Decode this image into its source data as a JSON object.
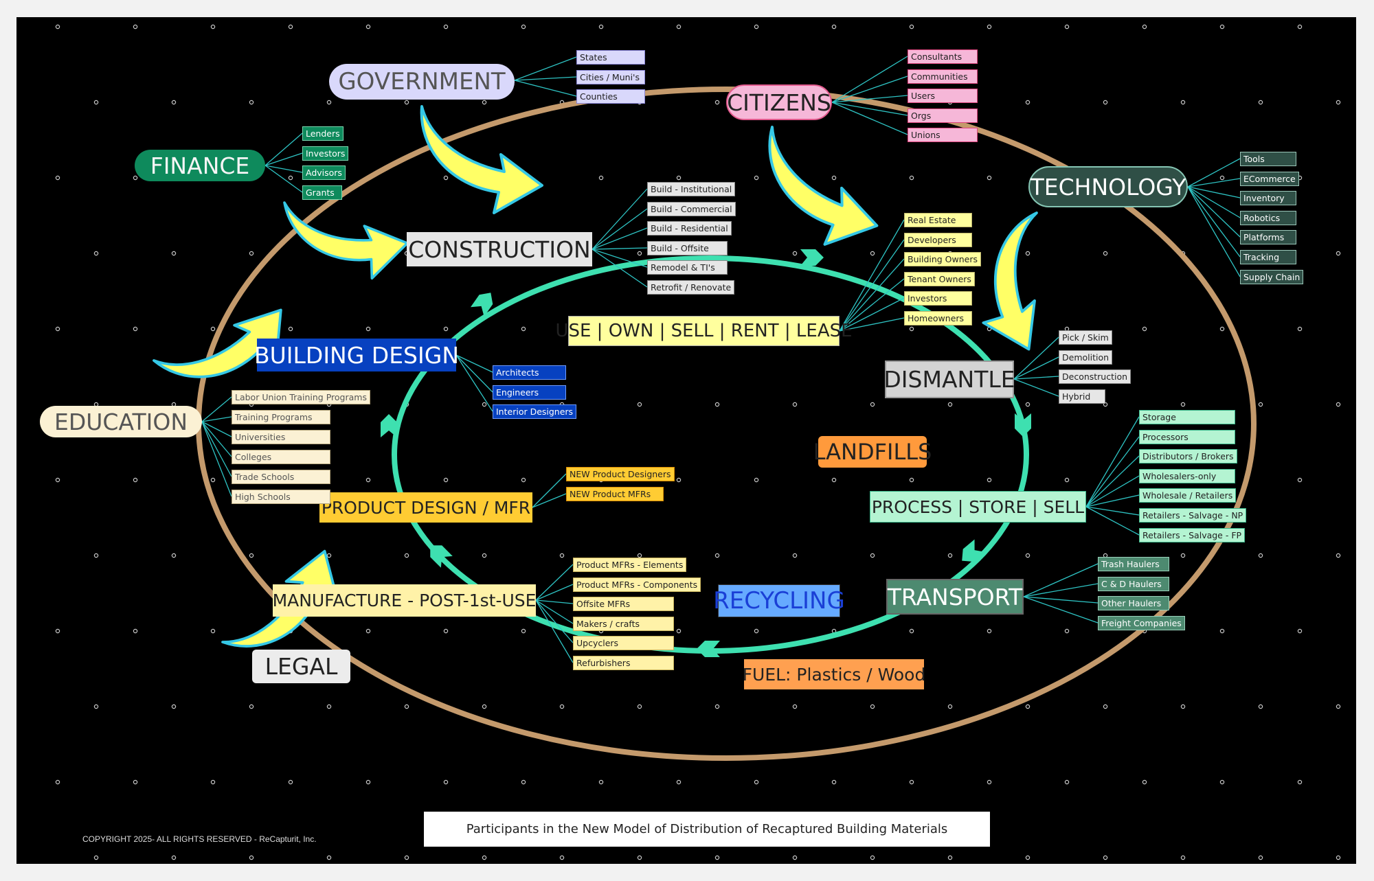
{
  "colors": {
    "background": "#000000",
    "outer_ring": "#c49a6c",
    "inner_ring": "#3ee0b0",
    "connector": "#2ec4c4",
    "arrow_fill": "#ffff66",
    "arrow_stroke": "#35c8e6"
  },
  "nodes": {
    "government": "GOVERNMENT",
    "citizens": "CITIZENS",
    "finance": "FINANCE",
    "technology": "TECHNOLOGY",
    "construction": "CONSTRUCTION",
    "building_design": "BUILDING DESIGN",
    "use_own": "USE | OWN | SELL | RENT | LEASE",
    "dismantle": "DISMANTLE",
    "landfills": "LANDFILLS",
    "education": "EDUCATION",
    "product_design": "PRODUCT DESIGN / MFR",
    "process": "PROCESS | STORE | SELL",
    "manufacture": "MANUFACTURE - POST-1st-USE",
    "recycling": "RECYCLING",
    "transport": "TRANSPORT",
    "legal": "LEGAL",
    "fuel": "FUEL: Plastics / Wood"
  },
  "leaves": {
    "government": [
      "States",
      "Cities / Muni's",
      "Counties"
    ],
    "citizens": [
      "Consultants",
      "Communities",
      "Users",
      "Orgs",
      "Unions"
    ],
    "finance": [
      "Lenders",
      "Investors",
      "Advisors",
      "Grants"
    ],
    "technology": [
      "Tools",
      "ECommerce",
      "Inventory",
      "Robotics",
      "Platforms",
      "Tracking",
      "Supply Chain"
    ],
    "construction": [
      "Build - Institutional",
      "Build - Commercial",
      "Build - Residential",
      "Build - Offsite",
      "Remodel & TI's",
      "Retrofit / Renovate"
    ],
    "use_own": [
      "Real Estate",
      "Developers",
      "Building Owners",
      "Tenant Owners",
      "Investors",
      "Homeowners"
    ],
    "building_design": [
      "Architects",
      "Engineers",
      "Interior Designers"
    ],
    "dismantle": [
      "Pick / Skim",
      "Demolition",
      "Deconstruction",
      "Hybrid"
    ],
    "education": [
      "Labor Union Training Programs",
      "Training Programs",
      "Universities",
      "Colleges",
      "Trade Schools",
      "High Schools"
    ],
    "product_design": [
      "NEW Product Designers",
      "NEW Product MFRs"
    ],
    "process": [
      "Storage",
      "Processors",
      "Distributors / Brokers",
      "Wholesalers-only",
      "Wholesale / Retailers",
      "Retailers - Salvage - NP",
      "Retailers - Salvage - FP"
    ],
    "manufacture": [
      "Product MFRs - Elements",
      "Product MFRs - Components",
      "Offsite MFRs",
      "Makers / crafts",
      "Upcyclers",
      "Refurbishers"
    ],
    "transport": [
      "Trash Haulers",
      "C & D Haulers",
      "Other Haulers",
      "Freight Companies"
    ]
  },
  "footer": {
    "caption": "Participants  in the New Model of Distribution of Recaptured Building Materials",
    "copyright": "COPYRIGHT  2025- ALL RIGHTS RESERVED - ReCapturit, Inc."
  }
}
